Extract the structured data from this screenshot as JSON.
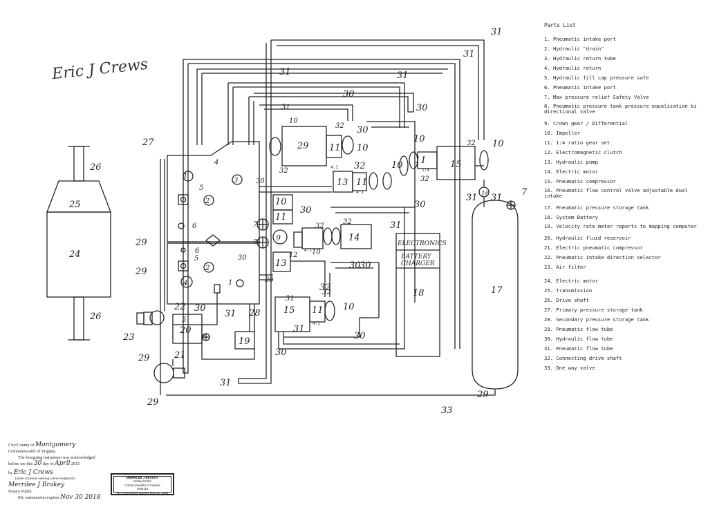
{
  "signature": "Eric J Crews",
  "parts_list": {
    "title": "Parts List",
    "items": [
      "1. Pneumatic intake port",
      "2. Hydraulic \"drain\"",
      "3. Hydraulic return tube",
      "4. Hydraulic return",
      "5. Hydraulic fill cap pressure safe",
      "6. Pneumatic intake port",
      "7. Max pressure relief Safety Valve",
      "8. Pneumatic pressure tank pressure equalization bi directional valve",
      "9. Crown gear / Differential",
      "10. Impeller",
      "11. 1:4 ratio gear set",
      "12. Electromagnetic clutch",
      "13. Hydraulic pump",
      "14. Electric motor",
      "15. Pneumatic compressor",
      "16. Pneumatic flow control valve adjustable dual intake",
      "17. Pneumatic pressure storage tank",
      "18. System Battery",
      "19. Velocity rate meter reports to mapping computer",
      "20. Hydraulic fluid reservoir",
      "21. Electric pneumatic compressor",
      "22. Pneumatic intake direction selector",
      "23. Air filter",
      "24. Electric motor",
      "25. Transmission",
      "26. Drive shaft",
      "27. Primary pressure storage tank",
      "28. Secondary pressure storage tank",
      "29. Pneumatic flow tube",
      "30. Hydraulic flow tube",
      "31. Pneumatic flow tube",
      "32. Connecting drive shaft",
      "33. One way valve"
    ]
  },
  "labels": {
    "electronics": "ELECTRONICS",
    "battery_charger": "BATTERY CHARGER",
    "ratio": "4:1",
    "ratio_alt": "1:4"
  },
  "notary": {
    "city_label": "City/County of",
    "city_value": "Montgomery",
    "commonwealth": "Commonwealth of Virginia",
    "ack_line": "The foregoing instrument was acknowledged",
    "before_me": "before me this",
    "day": "30",
    "month": "April",
    "year": "2015",
    "by_label": "by",
    "by_value": "Eric J Crews",
    "name_label": "(name of person seeking acknowledgment)",
    "notary_label": "Notary Public",
    "commission_label": "My commission expires",
    "commission_value": "Nov 30 2018",
    "notary_sig": "Merrilee J Brakey"
  },
  "stamp": {
    "name": "MERRILEE J BRAKEY",
    "title": "Notary Public",
    "state": "Commonwealth of Virginia",
    "number": "7568115",
    "expires": "My Commission Expires Nov 30, 2018"
  }
}
